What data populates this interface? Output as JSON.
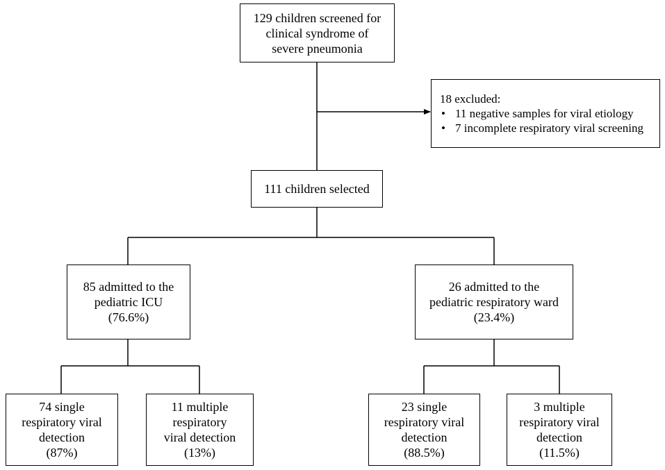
{
  "flowchart": {
    "screened": {
      "lines": [
        "129 children screened for",
        "clinical syndrome of",
        "severe pneumonia"
      ]
    },
    "excluded": {
      "title": "18 excluded:",
      "items": [
        "11 negative samples for viral etiology",
        "7 incomplete respiratory viral screening"
      ]
    },
    "selected": {
      "lines": [
        "111 children selected"
      ]
    },
    "picu": {
      "lines": [
        "85 admitted to the",
        "pediatric ICU",
        "(76.6%)"
      ]
    },
    "ward": {
      "lines": [
        "26 admitted to the",
        "pediatric respiratory ward",
        "(23.4%)"
      ]
    },
    "picu_single": {
      "lines": [
        "74 single",
        "respiratory viral",
        "detection",
        "(87%)"
      ]
    },
    "picu_multiple": {
      "lines": [
        "11 multiple",
        "respiratory",
        "viral detection",
        "(13%)"
      ]
    },
    "ward_single": {
      "lines": [
        "23 single",
        "respiratory viral",
        "detection",
        "(88.5%)"
      ]
    },
    "ward_multiple": {
      "lines": [
        "3 multiple",
        "respiratory viral",
        "detection",
        "(11.5%)"
      ]
    }
  },
  "colors": {
    "stroke": "#000000",
    "background": "#ffffff"
  }
}
